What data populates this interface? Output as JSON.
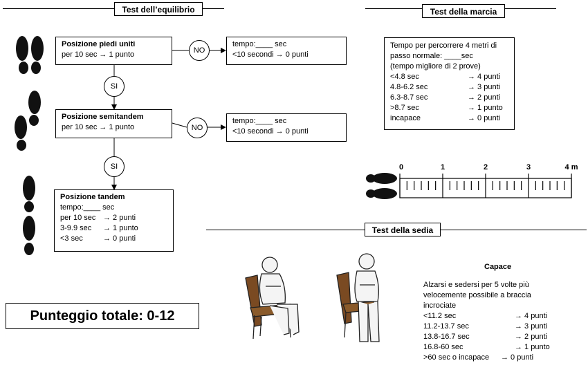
{
  "balance": {
    "title": "Test dell’equilibrio",
    "step1": {
      "heading": "Posizione piedi uniti",
      "line": "per 10 sec → 1 punto"
    },
    "no1": {
      "label": "NO",
      "line1": "tempo:____ sec",
      "line2": "<10 secondi → 0 punti"
    },
    "si1": "SI",
    "step2": {
      "heading": "Posizione semitandem",
      "line": "per 10 sec → 1 punto"
    },
    "no2": {
      "label": "NO",
      "line1": "tempo:____ sec",
      "line2": "<10 secondi → 0 punti"
    },
    "si2": "SI",
    "step3": {
      "heading": "Posizione tandem",
      "time": "tempo:____ sec",
      "rows": [
        {
          "cond": "per 10 sec",
          "pts": "→ 2 punti"
        },
        {
          "cond": "3-9.9 sec",
          "pts": "→ 1 punto"
        },
        {
          "cond": "<3 sec",
          "pts": "→ 0 punti"
        }
      ]
    }
  },
  "total": "Punteggio totale: 0-12",
  "gait": {
    "title": "Test della marcia",
    "intro1": "Tempo per percorrere 4 metri di",
    "intro2": "passo normale: ____sec",
    "intro3": "(tempo migliore di 2 prove)",
    "rows": [
      {
        "cond": "<4.8 sec",
        "pts": "→ 4 punti"
      },
      {
        "cond": "4.8-6.2 sec",
        "pts": "→ 3 punti"
      },
      {
        "cond": "6.3-8.7 sec",
        "pts": "→ 2 punti"
      },
      {
        "cond": ">8.7 sec",
        "pts": "→ 1 punto"
      },
      {
        "cond": "incapace",
        "pts": "→ 0 punti"
      }
    ],
    "ruler_labels": [
      "0",
      "1",
      "2",
      "3",
      "4 m"
    ]
  },
  "chair": {
    "title": "Test della sedia",
    "heading": "Capace",
    "intro1": "Alzarsi e sedersi per 5 volte più",
    "intro2": "velocemente possibile a braccia",
    "intro3": "incrociate",
    "rows": [
      {
        "cond": "<11.2 sec",
        "pts": "→ 4 punti"
      },
      {
        "cond": "11.2-13.7 sec",
        "pts": "→ 3 punti"
      },
      {
        "cond": "13.8-16.7 sec",
        "pts": "→ 2 punti"
      },
      {
        "cond": "16.8-60 sec",
        "pts": "→ 1 punto"
      }
    ],
    "last": {
      "cond": ">60 sec o incapace",
      "pts": "→ 0 punti"
    }
  }
}
